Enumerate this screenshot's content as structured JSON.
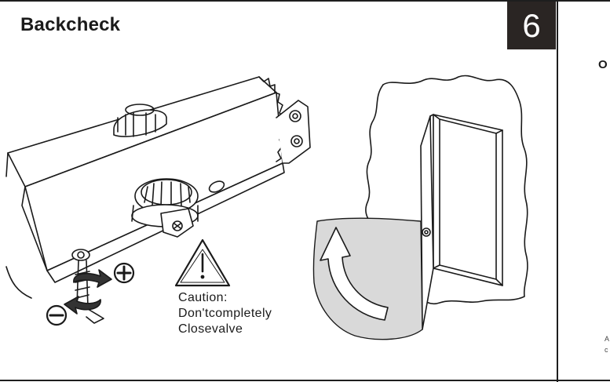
{
  "header": {
    "title": "Backcheck",
    "step_number": "6"
  },
  "side_panel": {
    "partial_text": "O",
    "partial_marks": [
      "A",
      "c"
    ]
  },
  "caution": {
    "line1": "Caution:",
    "line2": "Don'tcompletely",
    "line3": "Closevalve"
  },
  "icons": {
    "plus": "plus-circle-icon",
    "minus": "minus-circle-icon",
    "warning": "warning-triangle-icon",
    "rotation": "rotation-arrow-icon",
    "swing": "door-swing-arrow-icon"
  },
  "colors": {
    "ink": "#1a1a1a",
    "step_box": "#2a2523",
    "swing_fill": "#d9d9d9"
  }
}
